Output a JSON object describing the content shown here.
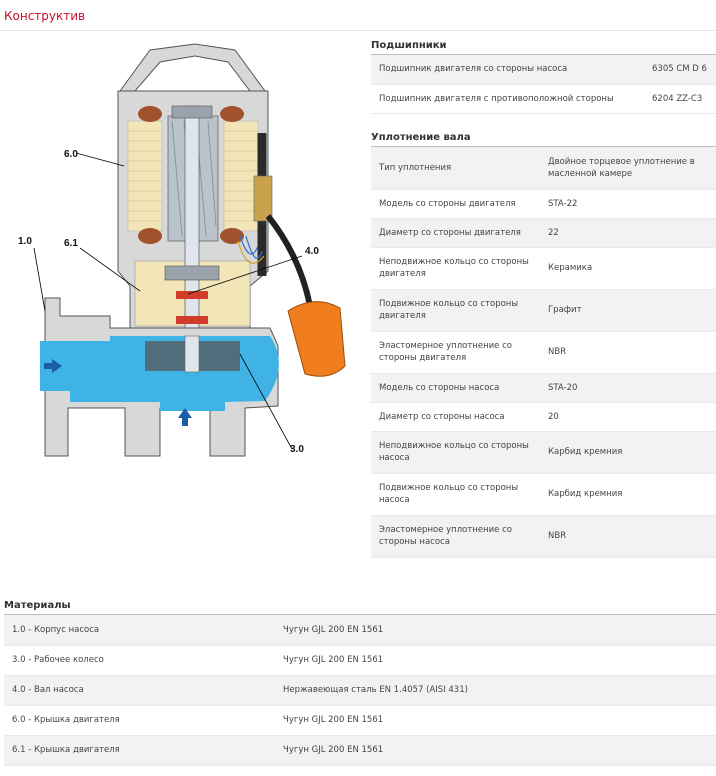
{
  "page": {
    "title": "Конструктив"
  },
  "diagram": {
    "labels": {
      "housing": "1.0",
      "impeller": "3.0",
      "shaft": "4.0",
      "motor_cover": "6.0",
      "motor_cover_2": "6.1"
    },
    "colors": {
      "body": "#d8d8d8",
      "water": "#3fb3e6",
      "oil": "#f2e6b8",
      "float": "#f07d1e",
      "arrow": "#1a5ea8"
    }
  },
  "bearings": {
    "heading": "Подшипники",
    "rows": [
      {
        "key": "Подшипник двигателя со стороны насоса",
        "value": "6305 CM D 6"
      },
      {
        "key": "Подшипник двигателя с противоположной стороны",
        "value": "6204 ZZ-C3"
      }
    ]
  },
  "seal": {
    "heading": "Уплотнение вала",
    "rows": [
      {
        "key": "Тип уплотнения",
        "value": "Двойное торцевое уплотнение в масленной камере"
      },
      {
        "key": "Модель со стороны двигателя",
        "value": "STA-22"
      },
      {
        "key": "Диаметр со стороны двигателя",
        "value": "22"
      },
      {
        "key": "Неподвижное кольцо со стороны двигателя",
        "value": "Керамика"
      },
      {
        "key": "Подвижное кольцо со стороны двигателя",
        "value": "Графит"
      },
      {
        "key": "Эластомерное уплотнение со стороны двигателя",
        "value": "NBR"
      },
      {
        "key": "Модель со стороны насоса",
        "value": "STA-20"
      },
      {
        "key": "Диаметр со стороны насоса",
        "value": "20"
      },
      {
        "key": "Неподвижное кольцо со стороны насоса",
        "value": "Карбид кремния"
      },
      {
        "key": "Подвижное кольцо со стороны насоса",
        "value": "Карбид кремния"
      },
      {
        "key": "Эластомерное уплотнение со стороны насоса",
        "value": "NBR"
      }
    ]
  },
  "materials": {
    "heading": "Материалы",
    "rows": [
      {
        "key": "1.0 - Корпус насоса",
        "value": "Чугун GJL 200 EN 1561"
      },
      {
        "key": "3.0 - Рабочее колесо",
        "value": "Чугун GJL 200 EN 1561"
      },
      {
        "key": "4.0 - Вал насоса",
        "value": "Нержавеющая сталь EN 1.4057 (AISI 431)"
      },
      {
        "key": "6.0 - Крышка двигателя",
        "value": "Чугун GJL 200 EN 1561"
      },
      {
        "key": "6.1 - Крышка двигателя",
        "value": "Чугун GJL 200 EN 1561"
      }
    ]
  }
}
